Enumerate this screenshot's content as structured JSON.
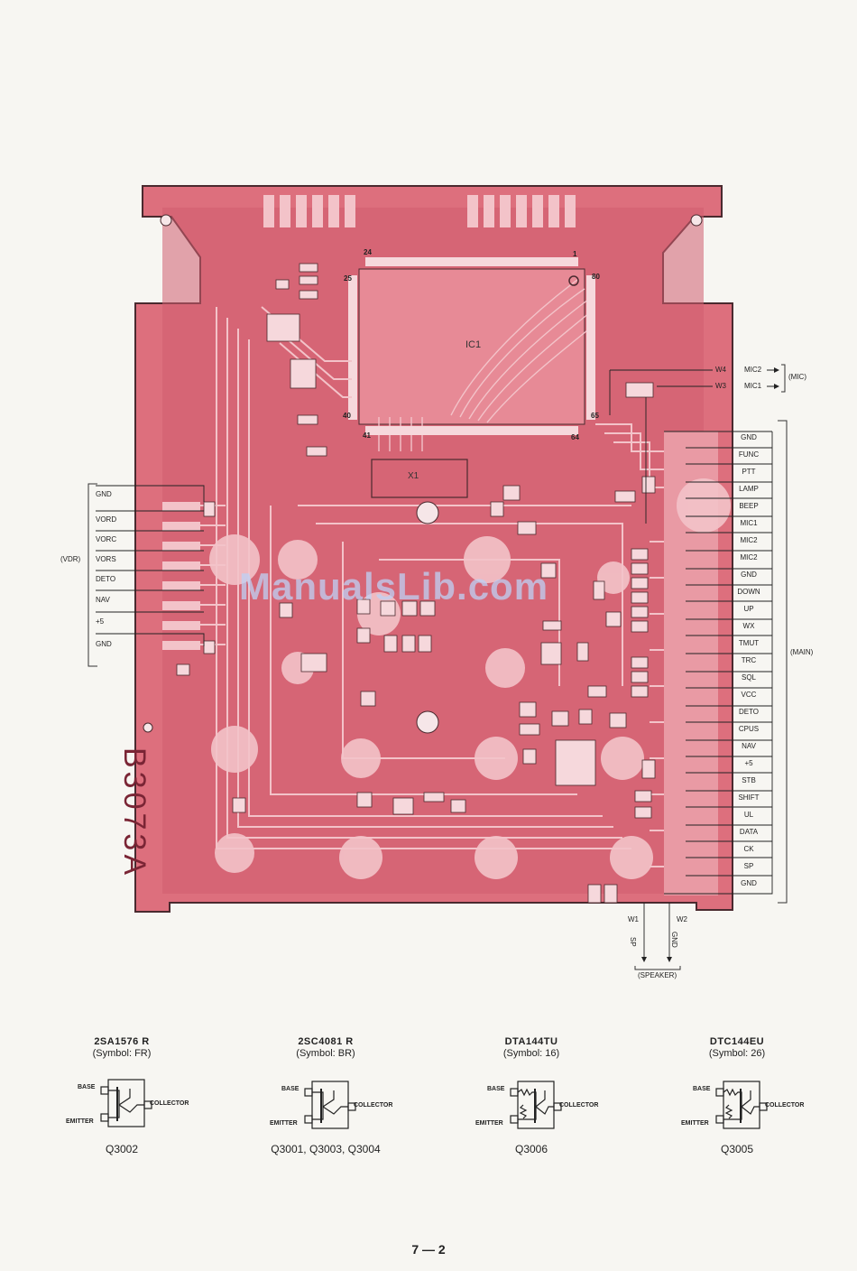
{
  "board": {
    "id": "B3073A",
    "watermark": "ManualsLib.com",
    "ic_label": "IC1",
    "crystal_label": "X1",
    "ic_pins": [
      "24",
      "1",
      "25",
      "80",
      "40",
      "65",
      "41",
      "64"
    ]
  },
  "vdr_connector": {
    "group": "(VDR)",
    "pins": [
      "GND",
      "VORD",
      "VORC",
      "VORS",
      "DETO",
      "NAV",
      "+5",
      "GND"
    ]
  },
  "main_connector": {
    "group": "(MAIN)",
    "pins": [
      "GND",
      "FUNC",
      "PTT",
      "LAMP",
      "BEEP",
      "MIC1",
      "MIC2",
      "MIC2",
      "GND",
      "DOWN",
      "UP",
      "WX",
      "TMUT",
      "TRC",
      "SQL",
      "VCC",
      "DETO",
      "CPUS",
      "NAV",
      "+5",
      "STB",
      "SHIFT",
      "UL",
      "DATA",
      "CK",
      "SP",
      "GND"
    ]
  },
  "mic": {
    "group": "(MIC)",
    "lines": [
      {
        "wire": "W4",
        "signal": "MIC2"
      },
      {
        "wire": "W3",
        "signal": "MIC1"
      }
    ]
  },
  "speaker": {
    "group": "(SPEAKER)",
    "w1": "W1",
    "w2": "W2",
    "sp": "SP",
    "gnd": "GND"
  },
  "components": [
    {
      "part": "2SA1576 R",
      "symbol": "(Symbol: FR)",
      "ref": "Q3002",
      "resistors": false
    },
    {
      "part": "2SC4081 R",
      "symbol": "(Symbol: BR)",
      "ref": "Q3001, Q3003, Q3004",
      "resistors": false
    },
    {
      "part": "DTA144TU",
      "symbol": "(Symbol: 16)",
      "ref": "Q3006",
      "resistors": true
    },
    {
      "part": "DTC144EU",
      "symbol": "(Symbol: 26)",
      "ref": "Q3005",
      "resistors": true
    }
  ],
  "pin_labels": {
    "base": "BASE",
    "emitter": "EMITTER",
    "collector": "COLLECTOR"
  },
  "page_number": "7 — 2",
  "colors": {
    "board": "#dd6f7d",
    "board_dark": "#c95467",
    "trace": "#f3c3c9",
    "outline": "#4a2a2f",
    "ink": "#222222"
  }
}
